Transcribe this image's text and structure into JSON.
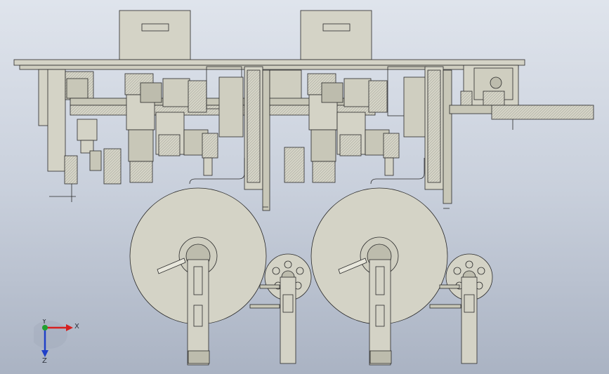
{
  "viewport": {
    "background_top": "#dfe4ec",
    "background_bottom": "#aab3c3",
    "line_color": "#2a2a2a",
    "part_fill": "#d4d3c6"
  },
  "triad": {
    "x_label": "X",
    "y_label": "Y",
    "z_label": "Z",
    "x_color": "#d62020",
    "y_color": "#20a030",
    "z_color": "#2040c8"
  }
}
